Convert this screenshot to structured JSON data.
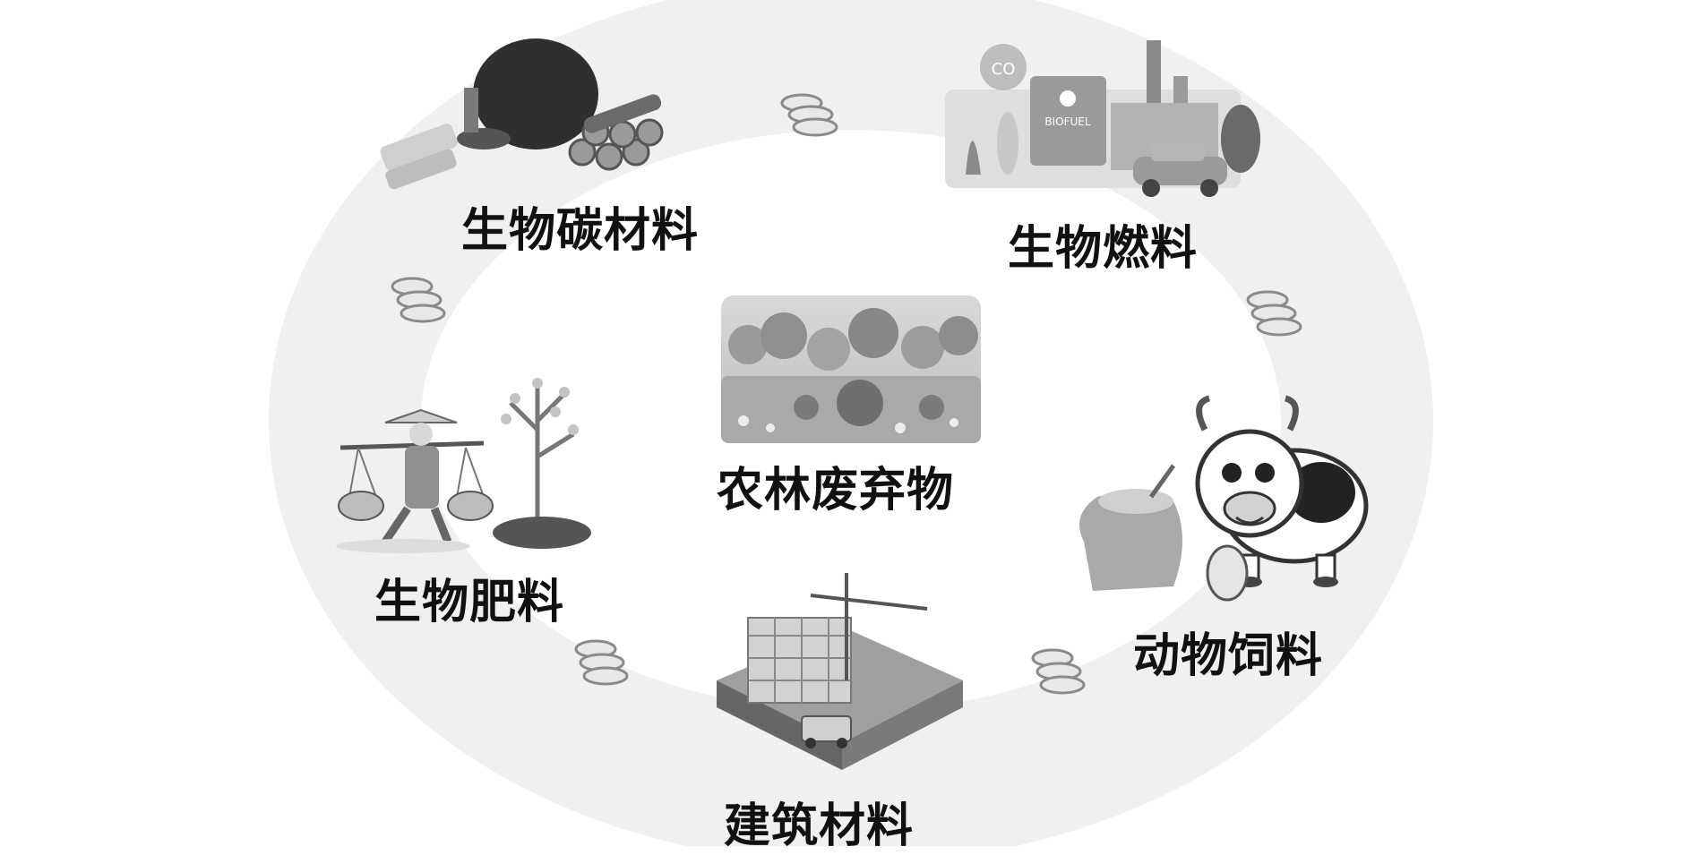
{
  "diagram": {
    "center": {
      "label": "农林废弃物",
      "icon": "forest-landscape-icon"
    },
    "products": [
      {
        "key": "carbon",
        "label": "生物碳材料",
        "icon": "biochar-and-firewood-icon"
      },
      {
        "key": "fuel",
        "label": "生物燃料",
        "icon": "biofuel-factory-icon"
      },
      {
        "key": "fertilizer",
        "label": "生物肥料",
        "icon": "farmer-fertilizer-icon"
      },
      {
        "key": "feed",
        "label": "动物饲料",
        "icon": "cow-feed-icon"
      },
      {
        "key": "building",
        "label": "建筑材料",
        "icon": "construction-site-icon"
      }
    ],
    "connector_icon": "coins-icon",
    "colors": {
      "ring": "#f1f1f1",
      "text": "#111111",
      "icon_dark": "#3a3a3a",
      "icon_mid": "#8a8a8a",
      "icon_light": "#c8c8c8"
    }
  }
}
